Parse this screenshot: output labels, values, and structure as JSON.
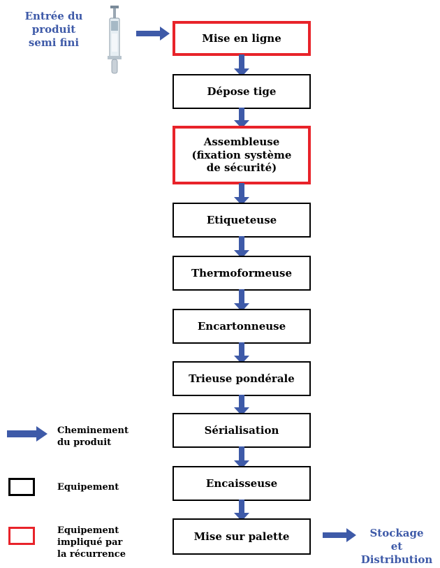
{
  "input": {
    "label": "Entrée du\nproduit\nsemi fini",
    "icon": "syringe-icon"
  },
  "steps": [
    {
      "label": "Mise en ligne",
      "highlight": true
    },
    {
      "label": "Dépose tige",
      "highlight": false
    },
    {
      "label": "Assembleuse\n(fixation système\nde sécurité)",
      "highlight": true
    },
    {
      "label": "Etiqueteuse",
      "highlight": false
    },
    {
      "label": "Thermoformeuse",
      "highlight": false
    },
    {
      "label": "Encartonneuse",
      "highlight": false
    },
    {
      "label": "Trieuse pondérale",
      "highlight": false
    },
    {
      "label": "Sérialisation",
      "highlight": false
    },
    {
      "label": "Encaisseuse",
      "highlight": false
    },
    {
      "label": "Mise sur palette",
      "highlight": false
    }
  ],
  "output": {
    "label": "Stockage\net\nDistribution"
  },
  "legend": {
    "flow_label": "Cheminement\ndu produit",
    "equipment_label": "Equipement",
    "recurrence_label": "Equipement\nimpliqué par\nla récurrence"
  },
  "colors": {
    "arrow": "#3e5aa8",
    "highlight_border": "#e8232a",
    "normal_border": "#000000",
    "blue_text": "#3e5aa8"
  }
}
